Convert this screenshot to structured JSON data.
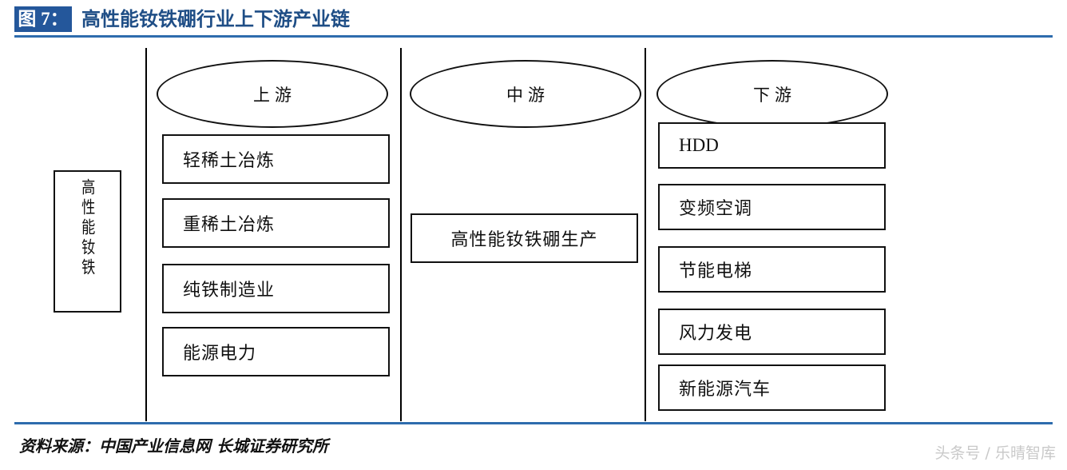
{
  "header": {
    "badge": "图 7：",
    "title": "高性能钕铁硼行业上下游产业链",
    "accent_color": "#24579b",
    "rule_color": "#2e6cad",
    "title_color": "#1f4e86"
  },
  "diagram": {
    "root": {
      "label": "高性能钕铁",
      "orientation": "vertical"
    },
    "columns": [
      {
        "id": "upstream",
        "head": "上游",
        "nodes": [
          {
            "label": "轻稀土冶炼"
          },
          {
            "label": "重稀土冶炼"
          },
          {
            "label": "纯铁制造业"
          },
          {
            "label": "能源电力"
          }
        ]
      },
      {
        "id": "midstream",
        "head": "中游",
        "nodes": [
          {
            "label": "高性能钕铁硼生产"
          }
        ]
      },
      {
        "id": "downstream",
        "head": "下游",
        "nodes": [
          {
            "label": "HDD",
            "latin": true
          },
          {
            "label": "变频空调"
          },
          {
            "label": "节能电梯"
          },
          {
            "label": "风力发电"
          },
          {
            "label": "新能源汽车"
          }
        ]
      }
    ],
    "stroke_color": "#111111",
    "fill_color": "#ffffff"
  },
  "footer": {
    "source": "资料来源：中国产业信息网 长城证券研究所",
    "watermark": "头条号 / 乐晴智库"
  }
}
